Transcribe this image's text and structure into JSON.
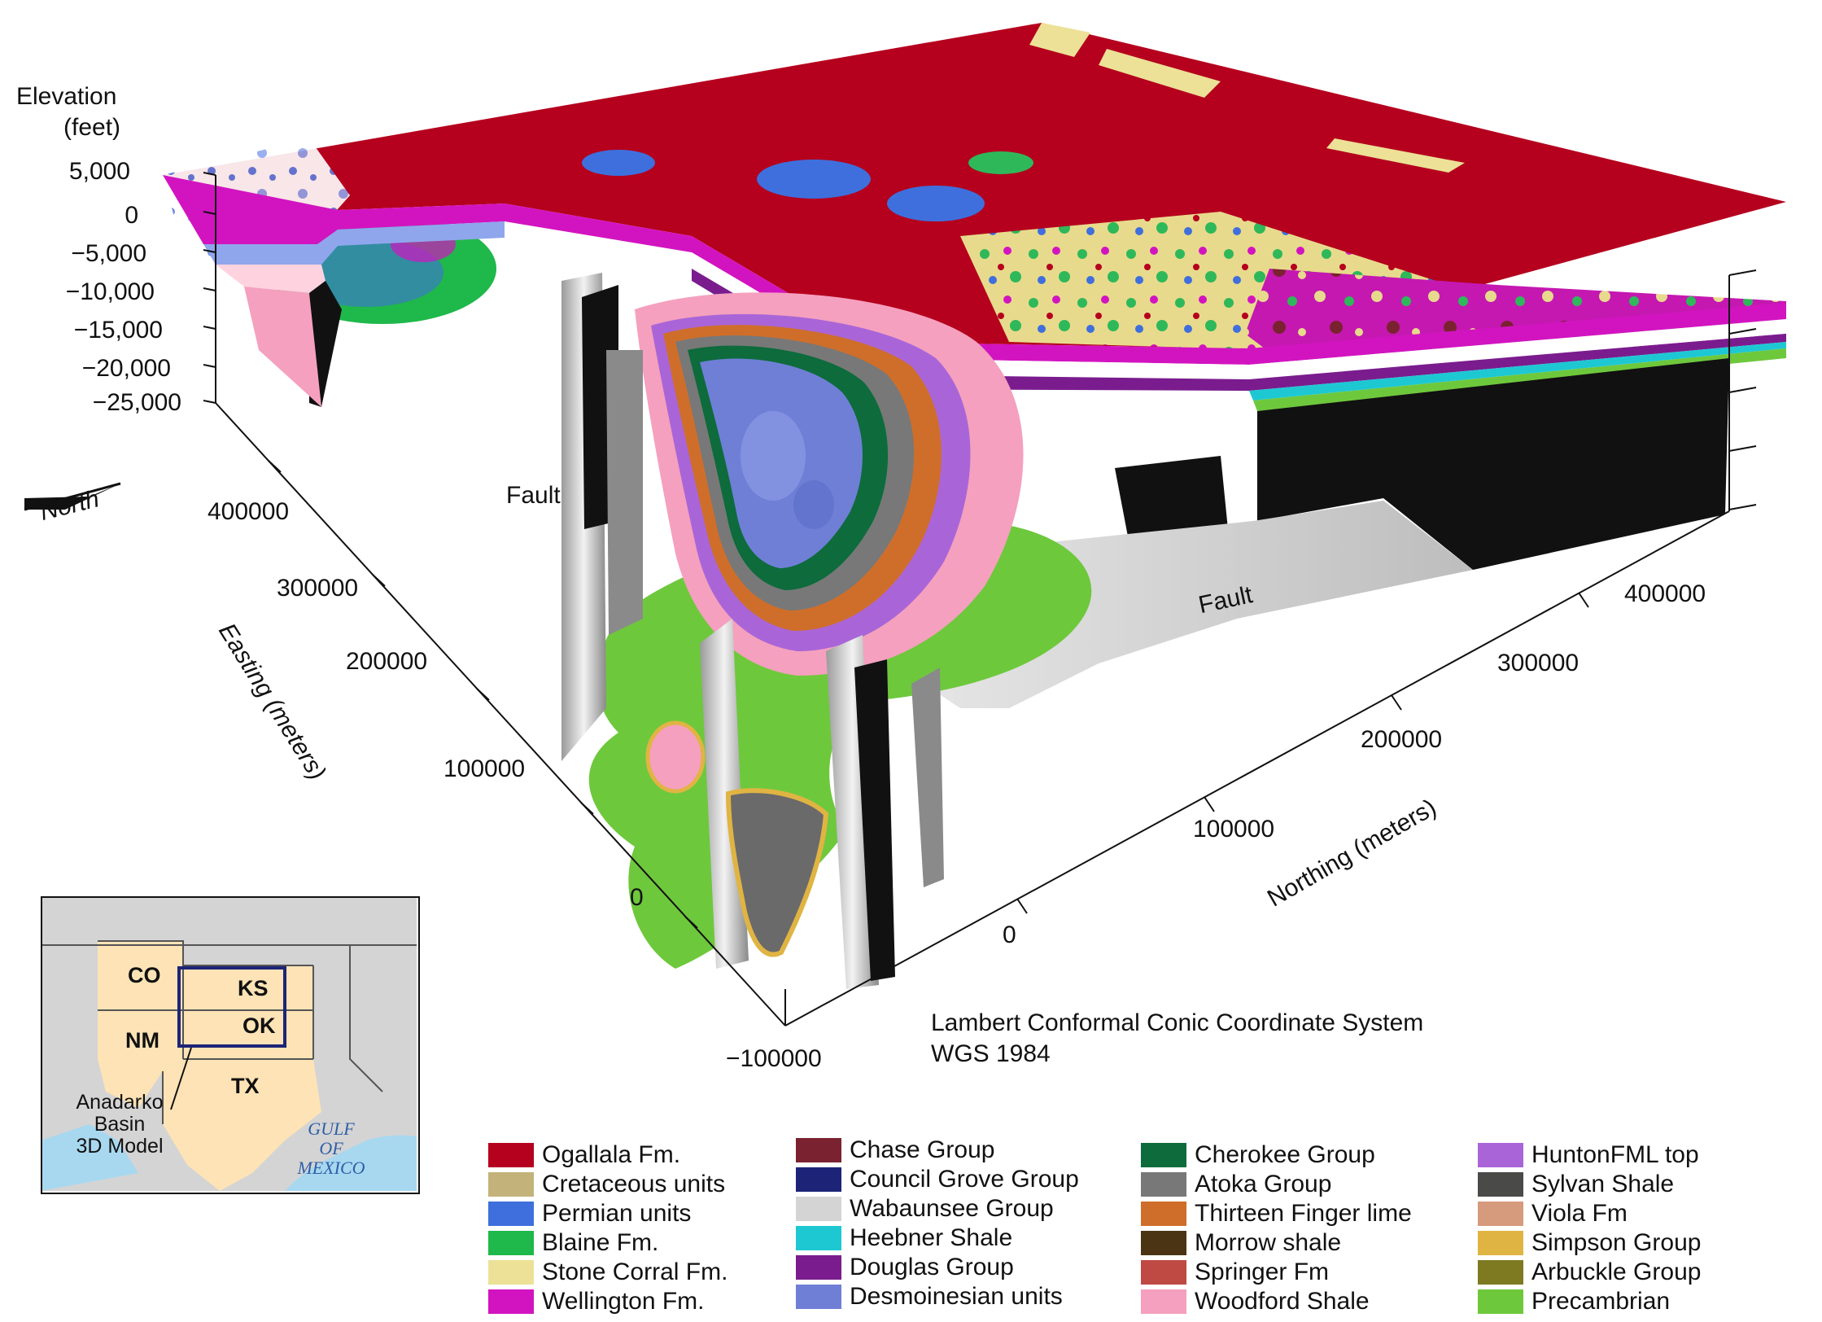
{
  "axes": {
    "elevation_title_1": "Elevation",
    "elevation_title_2": "(feet)",
    "elevation_ticks": [
      "5,000",
      "0",
      "−5,000",
      "−10,000",
      "−15,000",
      "−20,000",
      "−25,000"
    ],
    "easting_label": "Easting (meters)",
    "easting_ticks": [
      "400000",
      "300000",
      "200000",
      "100000",
      "0",
      "−100000"
    ],
    "northing_label": "Northing (meters)",
    "northing_ticks": [
      "0",
      "100000",
      "200000",
      "300000",
      "400000"
    ],
    "north_arrow": "North"
  },
  "annotations": {
    "fault_left": "Fault",
    "fault_right": "Fault",
    "coord_system_1": "Lambert Conformal Conic Coordinate System",
    "coord_system_2": "WGS 1984"
  },
  "inset": {
    "states": [
      "CO",
      "KS",
      "NM",
      "OK",
      "TX"
    ],
    "model_label_1": "Anadarko",
    "model_label_2": "Basin",
    "model_label_3": "3D Model",
    "gulf_1": "GULF",
    "gulf_2": "OF",
    "gulf_3": "MEXICO"
  },
  "legend": [
    {
      "label": "Ogallala Fm.",
      "color": "#b5001e"
    },
    {
      "label": "Cretaceous units",
      "color": "#c3b27a"
    },
    {
      "label": "Permian units",
      "color": "#3f6fdc"
    },
    {
      "label": "Blaine Fm.",
      "color": "#1fb84a"
    },
    {
      "label": "Stone Corral Fm.",
      "color": "#ece196"
    },
    {
      "label": "Wellington Fm.",
      "color": "#d214c0"
    },
    {
      "label": "Chase Group",
      "color": "#7a2230"
    },
    {
      "label": "Council Grove Group",
      "color": "#1d2478"
    },
    {
      "label": "Wabaunsee Group",
      "color": "#d4d4d4"
    },
    {
      "label": "Heebner Shale",
      "color": "#1ec8d2"
    },
    {
      "label": "Douglas Group",
      "color": "#7a1c8e"
    },
    {
      "label": "Desmoinesian units",
      "color": "#6f7fd6"
    },
    {
      "label": "Cherokee Group",
      "color": "#0d6b3c"
    },
    {
      "label": "Atoka Group",
      "color": "#787878"
    },
    {
      "label": "Thirteen Finger lime",
      "color": "#cf6e2a"
    },
    {
      "label": "Morrow shale",
      "color": "#4a3414"
    },
    {
      "label": "Springer Fm",
      "color": "#bf4a44"
    },
    {
      "label": "Woodford Shale",
      "color": "#f5a0be"
    },
    {
      "label": "HuntonFML top",
      "color": "#a965d8"
    },
    {
      "label": "Sylvan Shale",
      "color": "#4a4a48"
    },
    {
      "label": "Viola Fm",
      "color": "#d69a7c"
    },
    {
      "label": "Simpson Group",
      "color": "#e0b443"
    },
    {
      "label": "Arbuckle Group",
      "color": "#7d7a22"
    },
    {
      "label": "Precambrian",
      "color": "#6ec83c"
    }
  ]
}
